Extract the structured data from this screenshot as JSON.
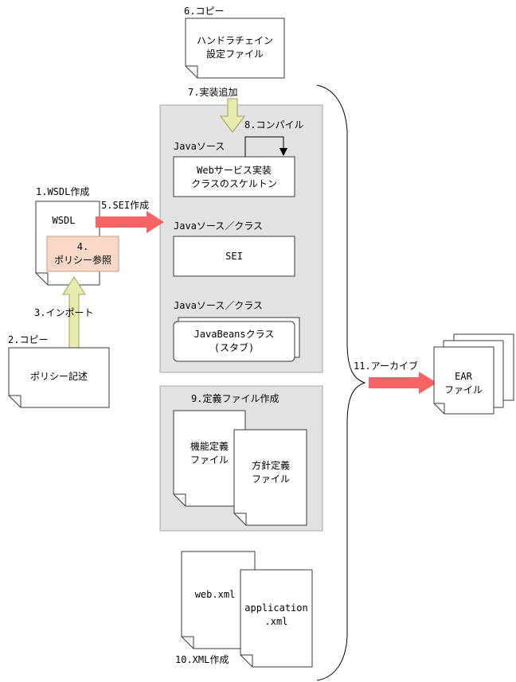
{
  "colors": {
    "panel": "#e2e2e2",
    "panel_border": "#a6a6a6",
    "arrow_red": "#f46464",
    "arrow_yellow": "#e8ebab",
    "arrow_yellow_border": "#9aa060",
    "policy_ref_fill": "#f8d9c7",
    "policy_ref_border": "#c49a80",
    "doc_fill": "#ffffff",
    "doc_border": "#3a3a3a"
  },
  "steps": {
    "s1": "1.WSDL作成",
    "s2": "2.コピー",
    "s3": "3.インポート",
    "s5": "5.SEI作成",
    "s6": "6.コピー",
    "s7": "7.実装追加",
    "s8": "8.コンパイル",
    "s9": "9.定義ファイル作成",
    "s10": "10.XML作成",
    "s11": "11.アーカイブ"
  },
  "docs": {
    "handler": [
      "ハンドラチェイン",
      "設定ファイル"
    ],
    "wsdl": "WSDL",
    "policy_ref": [
      "4.",
      "ポリシー参照"
    ],
    "policy": "ポリシー記述",
    "func_def": [
      "機能定義",
      "ファイル"
    ],
    "policy_def": [
      "方針定義",
      "ファイル"
    ],
    "webxml": "web.xml",
    "appxml": [
      "application",
      ".xml"
    ],
    "ear": [
      "EAR",
      "ファイル"
    ]
  },
  "panel_main": {
    "java_src": "Javaソース",
    "impl_box": [
      "Webサービス実装",
      "クラスのスケルトン"
    ],
    "java_src_class_1": "Javaソース／クラス",
    "sei_box": "SEI",
    "java_src_class_2": "Javaソース／クラス",
    "beans_box": [
      "JavaBeansクラス",
      "(スタブ)"
    ]
  }
}
